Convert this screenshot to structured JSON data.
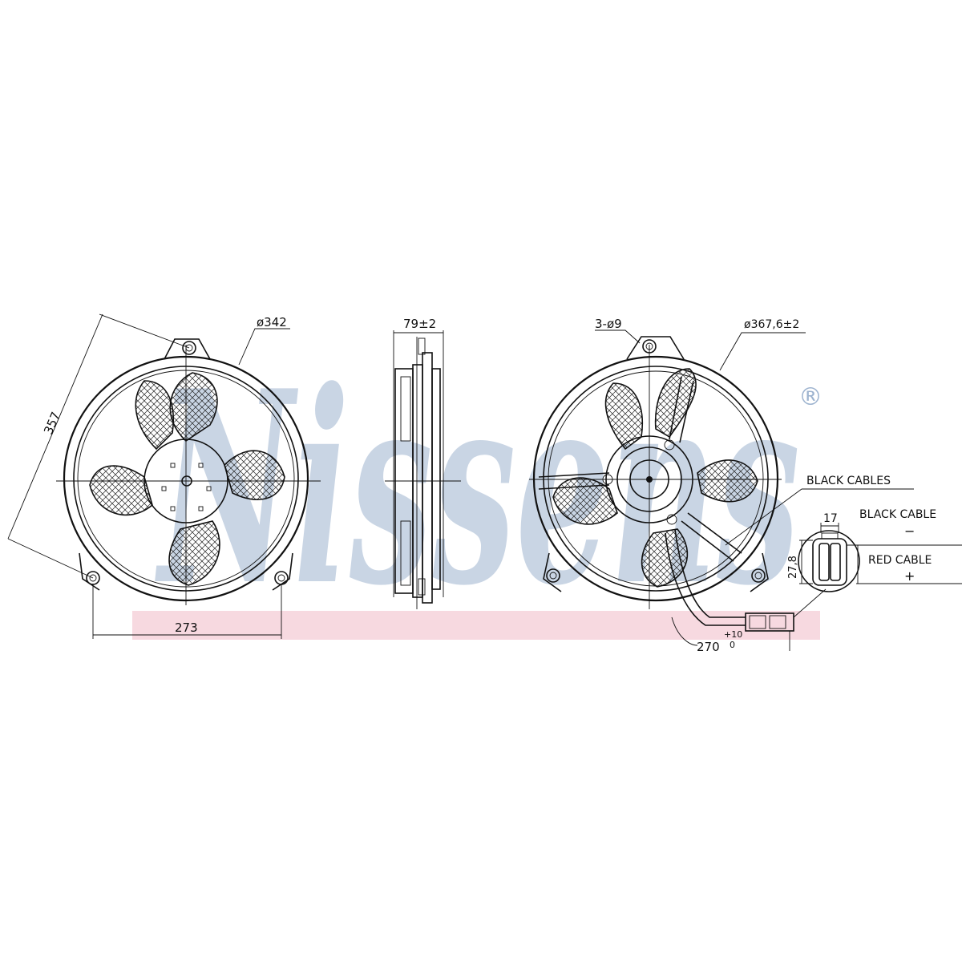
{
  "watermark": {
    "text": "Nissens",
    "registered": "®",
    "blue": "#9db3cf",
    "pink": "#f3c9d3"
  },
  "dimensions": {
    "front_diameter": "ø342",
    "front_height": "357",
    "front_hole_spacing": "273",
    "side_depth": "79±2",
    "rear_holes": "3-ø9",
    "rear_diameter": "ø367,6±2",
    "connector_width": "17",
    "connector_height": "27,8",
    "cable_length": "270",
    "cable_tol_plus": "+10",
    "cable_tol_zero": "0"
  },
  "labels": {
    "black_cables": "BLACK CABLES",
    "black_cable": "BLACK CABLE",
    "minus": "−",
    "red_cable": "RED CABLE",
    "plus": "+"
  }
}
